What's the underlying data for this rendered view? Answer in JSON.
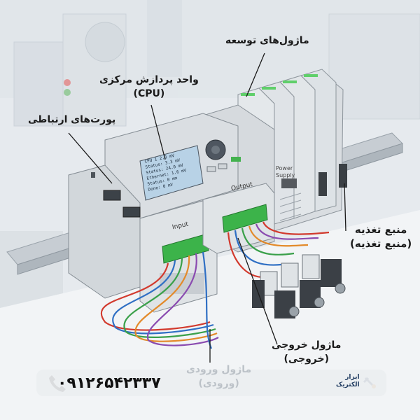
{
  "labels": {
    "expansion": "ماژول‌های توسعه",
    "cpu_title": "واحد پردازش مرکزی",
    "cpu_sub": "(CPU)",
    "ports": "پورت‌های ارتباطی",
    "power_title": "منبع تغذیه",
    "power_sub": "(منبع تغذیه)",
    "output_title": "ماژول خروجی",
    "output_sub": "(خروجی)",
    "input_title": "ماژول ورودی",
    "input_sub": "(ورودی)"
  },
  "module_text": {
    "power_line1": "Power",
    "power_line2": "Supply",
    "input": "Input",
    "output": "Output",
    "lcd_lines": [
      "CPU 1  2.3 mV",
      "Status:  3.3 mV",
      "Status:  24.0 mV",
      "Ethernet:  1.6 mV",
      "Status:  0 mm",
      "Done:   0 mV"
    ]
  },
  "contact": {
    "phone": "۰۹۱۲۶۵۴۲۳۳۷",
    "logo_line1": "ابزار",
    "logo_line2": "الکتریک"
  },
  "colors": {
    "background": "#e8ecef",
    "module_gray": "#d4d8dc",
    "terminal_green": "#3cb34a",
    "lcd_blue": "#b8d2e6",
    "wire_red": "#d23a2e",
    "wire_blue": "#2f6fc4",
    "wire_green": "#3aa04a",
    "wire_orange": "#e38a2a",
    "wire_purple": "#8a4bb0"
  },
  "icons": [
    "phone-icon",
    "wrench-logo-icon"
  ]
}
